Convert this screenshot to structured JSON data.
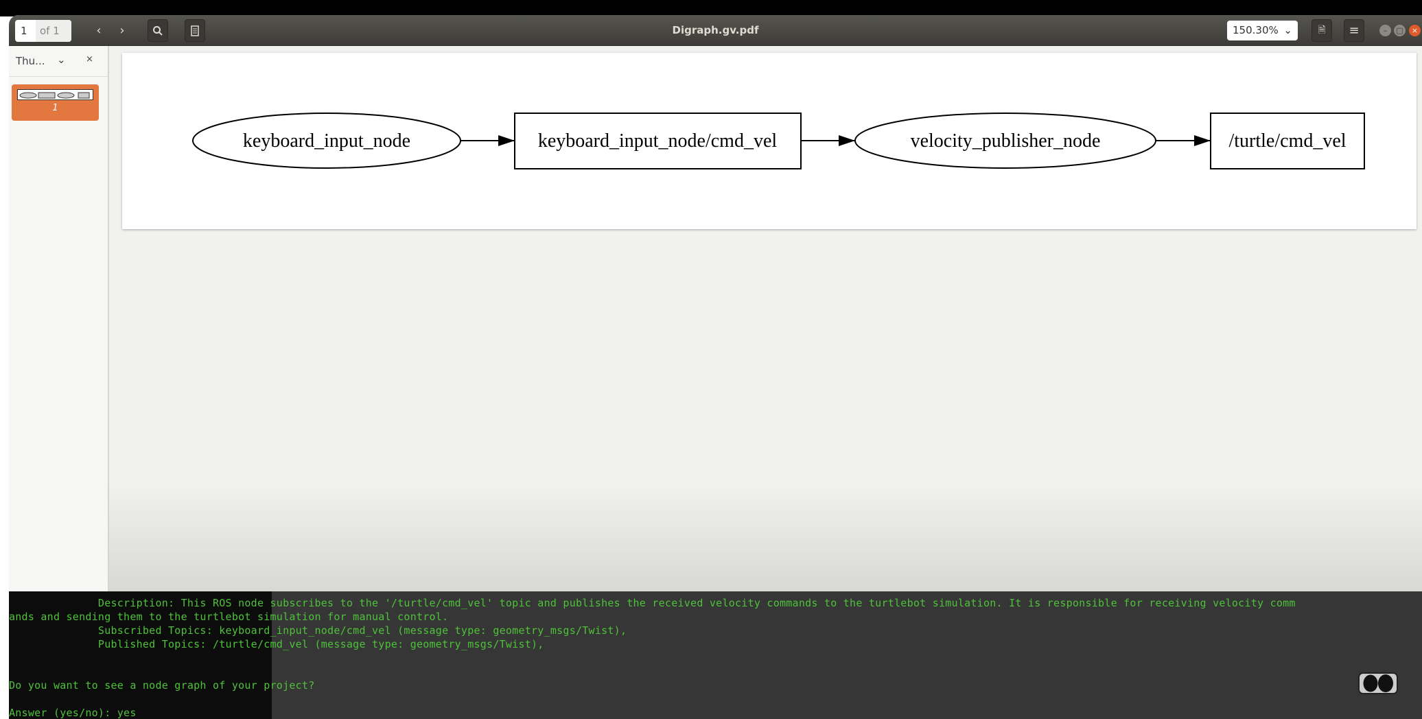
{
  "toolbar": {
    "page_current": "1",
    "page_of": "of 1",
    "title": "Digraph.gv.pdf",
    "zoom": "150.30%"
  },
  "sidebar": {
    "header": "Thu...",
    "thumbnail_page": "1"
  },
  "graph": {
    "nodes": [
      {
        "label": "keyboard_input_node",
        "shape": "ellipse"
      },
      {
        "label": "keyboard_input_node/cmd_vel",
        "shape": "box"
      },
      {
        "label": "velocity_publisher_node",
        "shape": "ellipse"
      },
      {
        "label": "/turtle/cmd_vel",
        "shape": "box"
      }
    ]
  },
  "terminal": {
    "lines": [
      "              Description: This ROS node subscribes to the '/turtle/cmd_vel' topic and publishes the received velocity commands to the turtlebot simulation. It is responsible for receiving velocity comm",
      "ands and sending them to the turtlebot simulation for manual control.",
      "              Subscribed Topics: keyboard_input_node/cmd_vel (message type: geometry_msgs/Twist),",
      "              Published Topics: /turtle/cmd_vel (message type: geometry_msgs/Twist),",
      "Do you want to see a node graph of your project?",
      "Answer (yes/no): yes"
    ]
  }
}
